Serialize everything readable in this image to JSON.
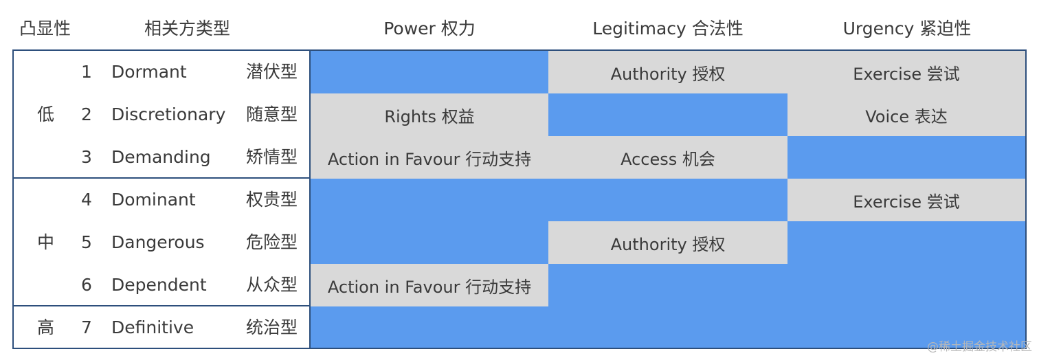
{
  "headers": {
    "salience": "凸显性",
    "type": "相关方类型",
    "power": "Power 权力",
    "legitimacy": "Legitimacy 合法性",
    "urgency": "Urgency 紧迫性"
  },
  "groups": [
    "低",
    "中",
    "高"
  ],
  "rows": [
    {
      "num": "1",
      "en": "Dormant",
      "cn": "潜伏型",
      "power": "",
      "legitimacy": "Authority 授权",
      "urgency": "Exercise 尝试"
    },
    {
      "num": "2",
      "en": "Discretionary",
      "cn": "随意型",
      "power": "Rights 权益",
      "legitimacy": "",
      "urgency": "Voice 表达"
    },
    {
      "num": "3",
      "en": "Demanding",
      "cn": "矫情型",
      "power": "Action in Favour 行动支持",
      "legitimacy": "Access 机会",
      "urgency": ""
    },
    {
      "num": "4",
      "en": "Dominant",
      "cn": "权贵型",
      "power": "",
      "legitimacy": "",
      "urgency": "Exercise 尝试"
    },
    {
      "num": "5",
      "en": "Dangerous",
      "cn": "危险型",
      "power": "",
      "legitimacy": "Authority 授权",
      "urgency": ""
    },
    {
      "num": "6",
      "en": "Dependent",
      "cn": "从众型",
      "power": "Action in Favour 行动支持",
      "legitimacy": "",
      "urgency": ""
    },
    {
      "num": "7",
      "en": "Definitive",
      "cn": "统治型",
      "power": "",
      "legitimacy": "",
      "urgency": ""
    }
  ],
  "colors": {
    "filled": "#5b9bee",
    "text_cell": "#d9d9d9",
    "border": "#2d4f7c"
  },
  "watermark": "@稀土掘金技术社区"
}
